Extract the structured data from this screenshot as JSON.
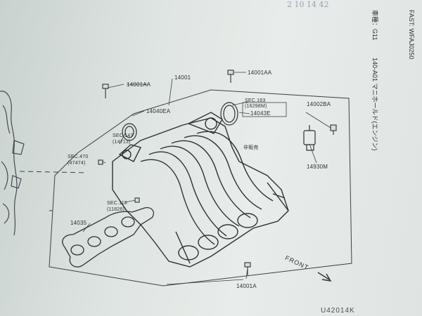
{
  "callouts": {
    "p14001": "14001",
    "p14001AA_left": "14001AA",
    "p14001AA_top": "14001AA",
    "p14040EA": "14040EA",
    "sec163": "SEC.163",
    "sec163_sub": "(16298M)",
    "p14043E": "14043E",
    "p14002BA": "14002BA",
    "p14930M": "14930M",
    "sec147": "SEC.147",
    "sec147_sub": "(14713)",
    "sec470": "SEC.470",
    "sec470_sub": "(47474)",
    "sec118": "SEC.118",
    "sec118_sub": "(11826)",
    "p14035": "14035",
    "p14001A": "14001A",
    "inner_note": "非販売",
    "front": "FRONT"
  },
  "side_text": {
    "fast": "FAST:  WFAJ0250",
    "model": "車種：G11",
    "section": "140-A01  マニホールド(エンジン)"
  },
  "handwriting": {
    "top": "2  10  14  42"
  },
  "footer_code": "U42014K"
}
